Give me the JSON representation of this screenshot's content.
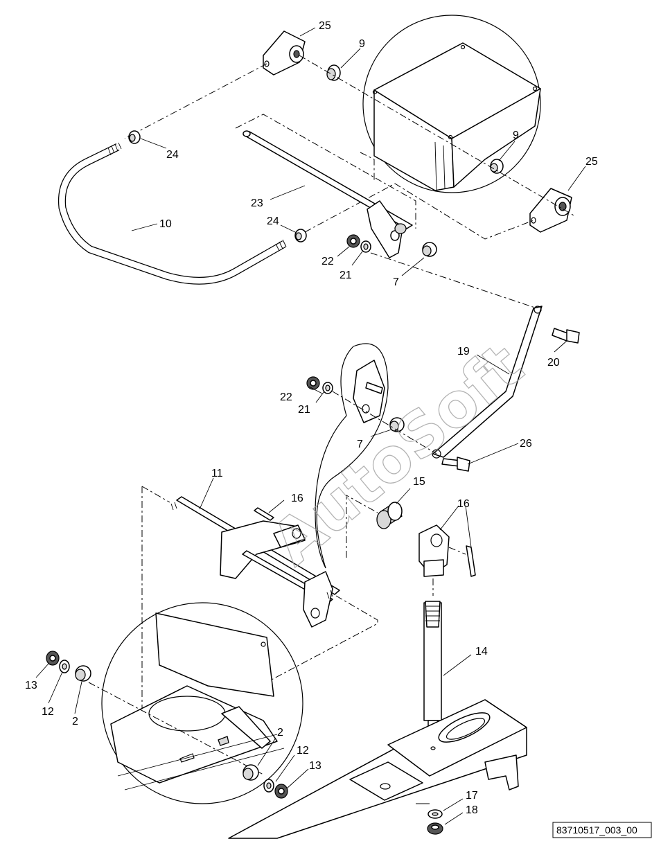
{
  "drawing_code": "83710517_003_00",
  "watermark": "AutoSoft",
  "callouts": {
    "c25a": "25",
    "c9a": "9",
    "c24a": "24",
    "c23": "23",
    "c10": "10",
    "c24b": "24",
    "c22a": "22",
    "c21a": "21",
    "c7a": "7",
    "c9b": "9",
    "c25b": "25",
    "c19": "19",
    "c20": "20",
    "c22b": "22",
    "c21b": "21",
    "c7b": "7",
    "c26": "26",
    "c11": "11",
    "c16a": "16",
    "c15": "15",
    "c16b": "16",
    "c14": "14",
    "c13a": "13",
    "c12a": "12",
    "c2a": "2",
    "c2b": "2",
    "c12b": "12",
    "c13b": "13",
    "c17": "17",
    "c18": "18"
  }
}
